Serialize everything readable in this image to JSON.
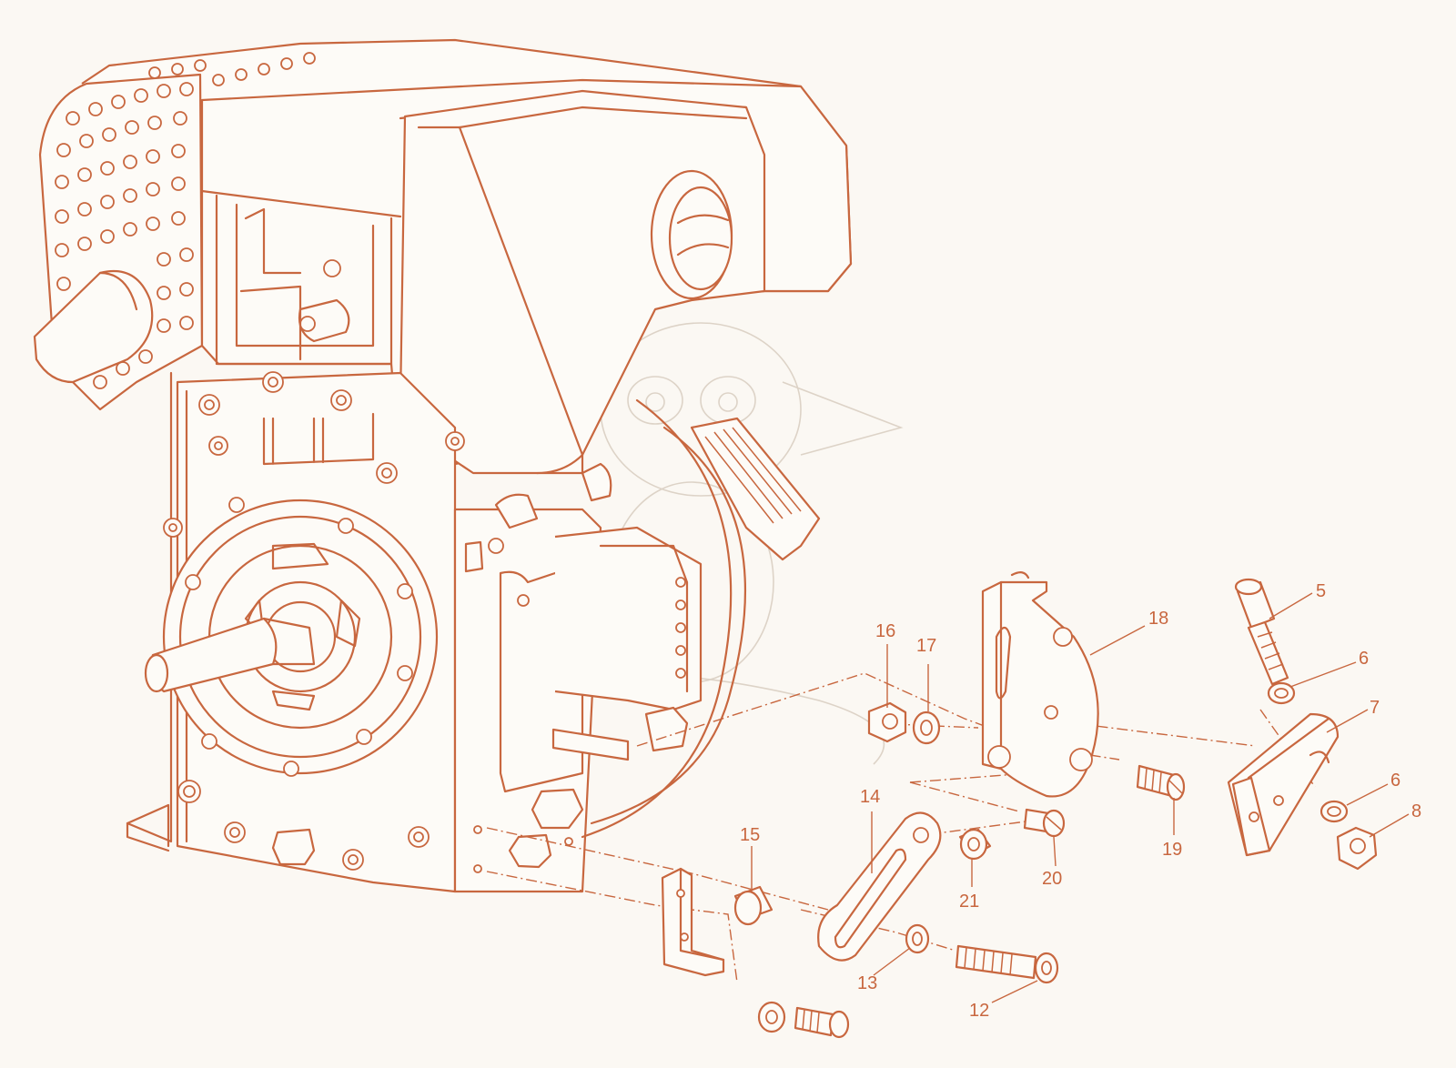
{
  "diagram": {
    "callouts": [
      {
        "id": "c5",
        "label": "5"
      },
      {
        "id": "c6a",
        "label": "6"
      },
      {
        "id": "c7",
        "label": "7"
      },
      {
        "id": "c6b",
        "label": "6"
      },
      {
        "id": "c8",
        "label": "8"
      },
      {
        "id": "c12",
        "label": "12"
      },
      {
        "id": "c13",
        "label": "13"
      },
      {
        "id": "c14",
        "label": "14"
      },
      {
        "id": "c15",
        "label": "15"
      },
      {
        "id": "c16",
        "label": "16"
      },
      {
        "id": "c17",
        "label": "17"
      },
      {
        "id": "c18",
        "label": "18"
      },
      {
        "id": "c19",
        "label": "19"
      },
      {
        "id": "c20",
        "label": "20"
      },
      {
        "id": "c21",
        "label": "21"
      }
    ],
    "colors": {
      "line": "#c8673f",
      "background": "#fbf8f3",
      "watermark": "#ddd3c7"
    }
  }
}
